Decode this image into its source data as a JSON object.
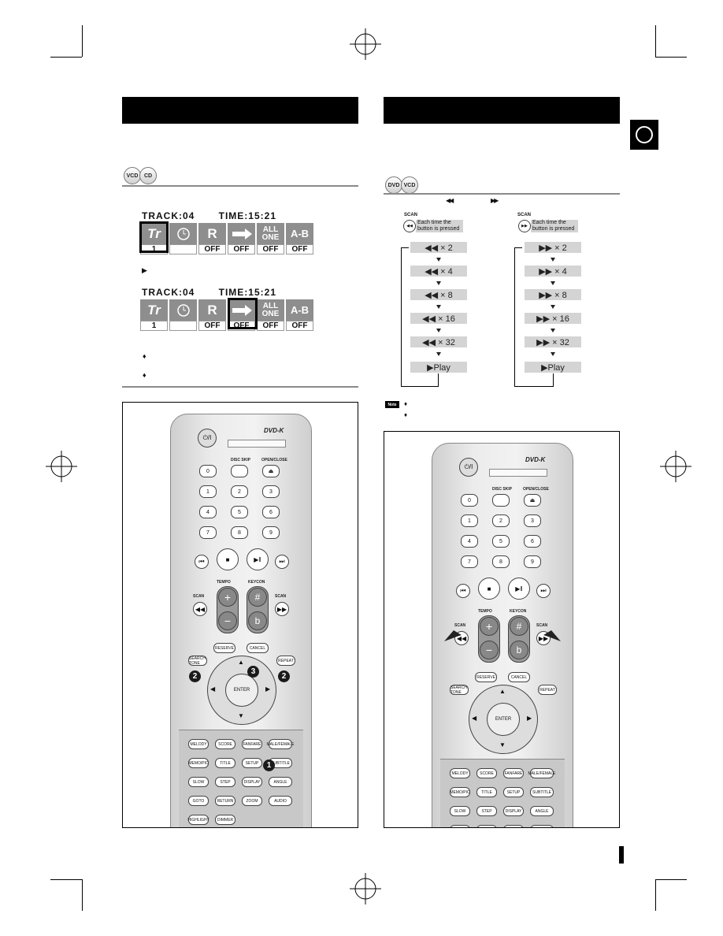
{
  "left_section": {
    "title": "",
    "disc_badges": [
      "VCD",
      "CD"
    ],
    "arrow_glyph": "▶",
    "osd_before": {
      "track_label": "TRACK:04",
      "time_label": "TIME:15:21",
      "icons": [
        "Tr",
        "clock-icon",
        "R",
        "arrow-icon",
        "ALL ONE",
        "A-B"
      ],
      "values": [
        "1",
        "",
        "OFF",
        "OFF",
        "OFF",
        "OFF"
      ],
      "highlighted": "Tr"
    },
    "osd_after": {
      "track_label": "TRACK:04",
      "time_label": "TIME:15:21",
      "icons": [
        "Tr",
        "clock-icon",
        "R",
        "arrow-icon",
        "ALL ONE",
        "A-B"
      ],
      "values": [
        "1",
        "",
        "OFF",
        "OFF",
        "OFF",
        "OFF"
      ],
      "highlighted": "arrow-icon"
    },
    "bullets": [
      "♦",
      "♦"
    ],
    "callouts": [
      "2",
      "3",
      "2",
      "1"
    ]
  },
  "right_section": {
    "title": "",
    "disc_badges": [
      "DVD",
      "VCD"
    ],
    "rewind_glyph": "◀◀",
    "forward_glyph": "▶▶",
    "scan_label": "SCAN",
    "pressed_text": "Each time the button is pressed",
    "rewind_steps": [
      "◀◀ × 2",
      "◀◀ × 4",
      "◀◀ × 8",
      "◀◀ × 16",
      "◀◀ × 32",
      "▶Play"
    ],
    "forward_steps": [
      "▶▶ × 2",
      "▶▶ × 4",
      "▶▶ × 8",
      "▶▶ × 16",
      "▶▶ × 32",
      "▶Play"
    ],
    "note_label": "Note",
    "note_bullets": [
      "♦",
      "♦"
    ]
  },
  "remote": {
    "brand": "DVD-K",
    "power": "⏻/I",
    "disc_skip": "DISC SKIP",
    "open_close": "OPEN/CLOSE",
    "numbers": [
      "0",
      "1",
      "2",
      "3",
      "4",
      "5",
      "6",
      "7",
      "8",
      "9"
    ],
    "tempo": "TEMPO",
    "keycon": "KEYCON",
    "scan": "SCAN",
    "plus": "+",
    "minus": "−",
    "sharp": "#",
    "flat": "b",
    "reserve": "RESERVE",
    "cancel": "CANCEL",
    "search_tone": "SEARCH TONE",
    "repeat": "REPEAT",
    "enter": "ENTER",
    "bottom_buttons": [
      "MELODY",
      "SCORE",
      "FANFARE",
      "MALE/FEMALE",
      "MEMO/PIC",
      "TITLE",
      "SETUP",
      "SUBTITLE",
      "SLOW",
      "STEP",
      "DISPLAY",
      "ANGLE",
      "GOTO",
      "RETURN",
      "ZOOM",
      "AUDIO",
      "HIGHLIGHT",
      "DIMMER"
    ]
  },
  "page_tab": "",
  "colors": {
    "header": "#000000",
    "osd_gray": "#8e8e8e",
    "step_gray": "#d4d4d4"
  }
}
